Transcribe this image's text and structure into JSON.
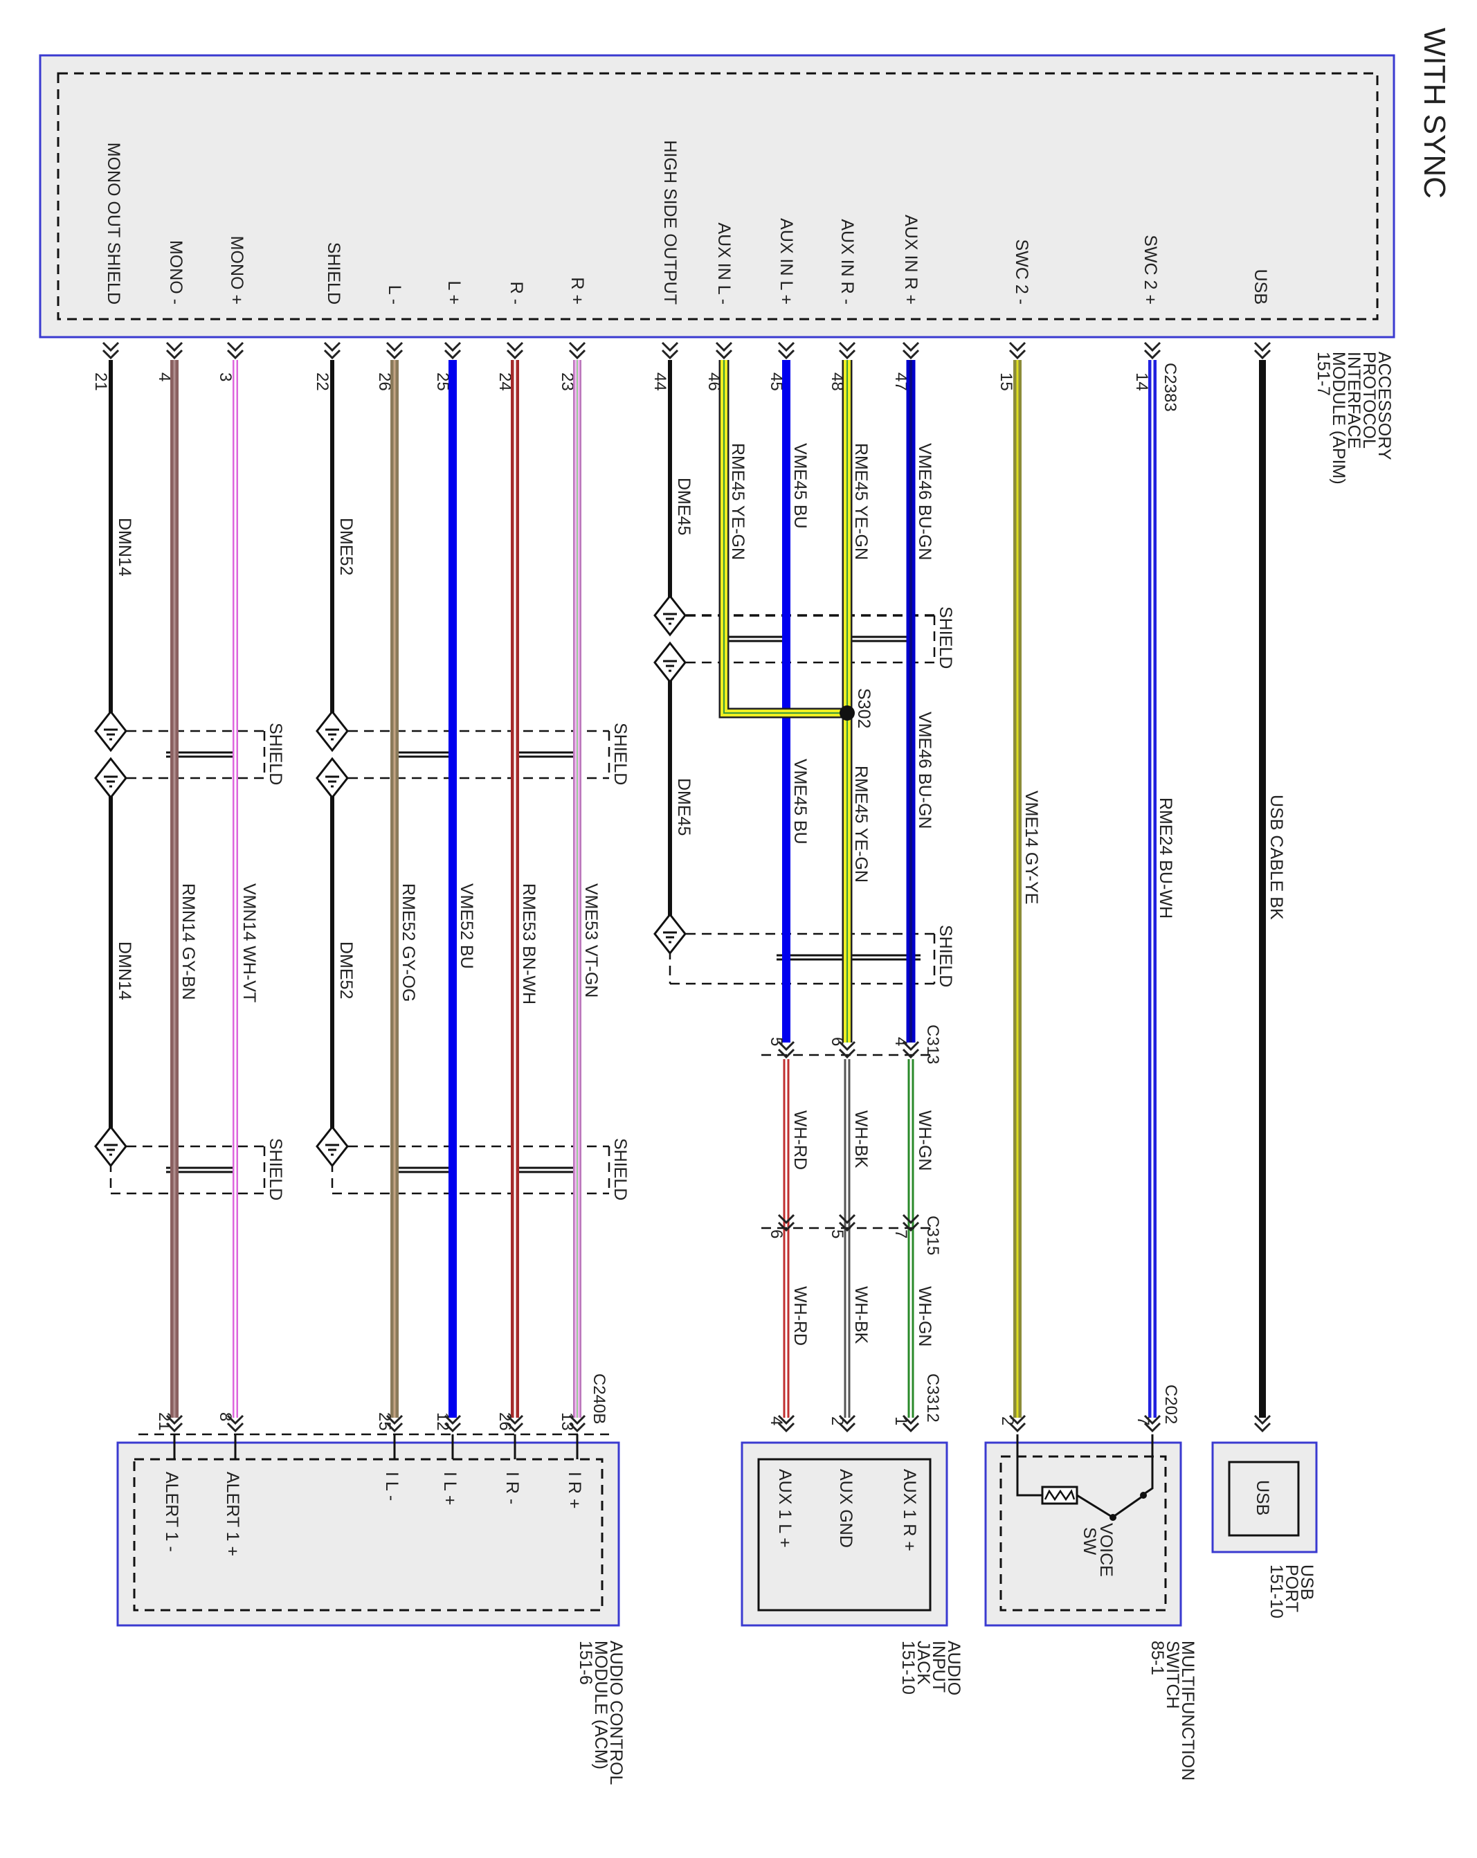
{
  "title": "WITH SYNC",
  "colors": {
    "module_border": "#3a3ad0",
    "module_fill": "#ececec",
    "wire_black": "#111111",
    "BU": "#0000ee",
    "BU-GN_fill": "#0a0aa0",
    "YE-GN": "#dede22",
    "GY-YE": "#8c8c3a",
    "BU-WH": "#2020e0",
    "BN-WH": "#a52a2a",
    "VT-GN": "#ee99ee",
    "GY-OG": "#96856a",
    "WH-VT": "#ee99ee",
    "GY-BN": "#8a6f6f",
    "WH-RD": "#c03030",
    "WH-BK": "#777777",
    "WH-GN": "#2a8a2a"
  },
  "apim": {
    "name": [
      "ACCESSORY",
      "PROTOCOL",
      "INTERFACE",
      "MODULE (APIM)",
      "151-7"
    ],
    "connector": "C2383",
    "pins": [
      {
        "label": "USB",
        "pin": ""
      },
      {
        "label": "SWC 2 +",
        "pin": "14"
      },
      {
        "label": "SWC 2 -",
        "pin": "15"
      },
      {
        "label": "AUX IN R +",
        "pin": "47"
      },
      {
        "label": "AUX IN R -",
        "pin": "48"
      },
      {
        "label": "AUX IN L +",
        "pin": "45"
      },
      {
        "label": "AUX IN L -",
        "pin": "46"
      },
      {
        "label": "HIGH SIDE OUTPUT",
        "pin": "44"
      },
      {
        "label": "R +",
        "pin": "23"
      },
      {
        "label": "R -",
        "pin": "24"
      },
      {
        "label": "L +",
        "pin": "25"
      },
      {
        "label": "L -",
        "pin": "26"
      },
      {
        "label": "SHIELD",
        "pin": "22"
      },
      {
        "label": "MONO +",
        "pin": "3"
      },
      {
        "label": "MONO -",
        "pin": "4"
      },
      {
        "label": "MONO OUT SHIELD",
        "pin": "21"
      }
    ]
  },
  "circuits": {
    "usb": "USB CABLE   BK",
    "swc_plus": "RME24   BU-WH",
    "swc_minus": "VME14   GY-YE",
    "aux_r_plus": "VME46   BU-GN",
    "aux_r_minus": "RME45   YE-GN",
    "aux_l_plus": "VME45   BU",
    "aux_l_minus": "RME45   YE-GN",
    "hso_1": "DME45",
    "hso_2": "DME45",
    "r_plus": "VME53   VT-GN",
    "r_minus": "RME53   BN-WH",
    "l_plus": "VME52   BU",
    "l_minus": "RME52   GY-OG",
    "shield_1": "DME52",
    "shield_2": "DME52",
    "mono_plus": "VMN14   WH-VT",
    "mono_minus": "RMN14   GY-BN",
    "mono_shield_1": "DMN14",
    "mono_shield_2": "DMN14",
    "jack_r": "WH-GN",
    "jack_gnd": "WH-BK",
    "jack_l": "WH-RD"
  },
  "splice": "S302",
  "shield_label": "SHIELD",
  "inline_connectors": {
    "c313": {
      "name": "C313",
      "pins": [
        "4",
        "6",
        "5"
      ]
    },
    "c315": {
      "name": "C315",
      "pins": [
        "7",
        "5",
        "6"
      ]
    }
  },
  "usb_port": {
    "box_label": "USB",
    "name": [
      "USB",
      "PORT",
      "151-10"
    ]
  },
  "mfs": {
    "connector": "C202",
    "pins": [
      "7",
      "2"
    ],
    "sw_label": [
      "VOICE",
      "SW"
    ],
    "name": [
      "MULTIFUNCTION",
      "SWITCH",
      "85-1"
    ]
  },
  "jack": {
    "connector": "C3312",
    "pins": [
      "1",
      "2",
      "4"
    ],
    "labels": [
      "AUX 1 R +",
      "AUX GND",
      "AUX 1 L +"
    ],
    "name": [
      "AUDIO",
      "INPUT",
      "JACK",
      "151-10"
    ]
  },
  "acm": {
    "connector": "C240B",
    "pins": [
      "13",
      "26",
      "12",
      "25",
      "8",
      "21"
    ],
    "labels": [
      "I R +",
      "I R -",
      "I L +",
      "I L -",
      "ALERT 1 +",
      "ALERT 1 -"
    ],
    "name": [
      "AUDIO CONTROL",
      "MODULE (ACM)",
      "151-6"
    ]
  }
}
